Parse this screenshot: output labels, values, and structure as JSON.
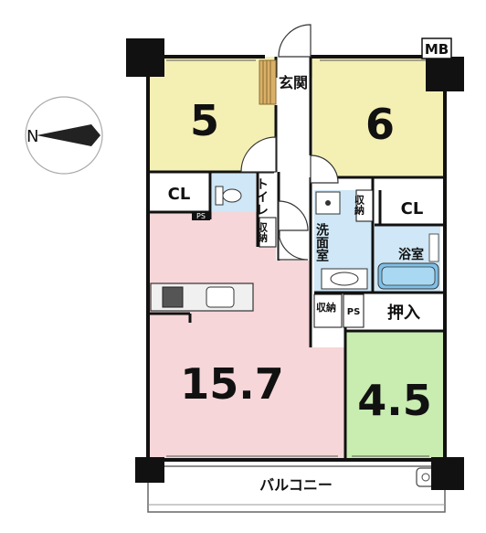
{
  "compass": {
    "north_label": "N"
  },
  "labels": {
    "mb": "MB",
    "entrance": "玄関",
    "room5": "5",
    "room6": "6",
    "cl_left": "CL",
    "cl_right": "CL",
    "toilet": "トイレ",
    "storage_toilet": "収納",
    "ps_left": "PS",
    "storage_washroom": "収納",
    "washroom": "洗面室",
    "bathroom": "浴室",
    "storage_ldk": "収納",
    "ps_right": "PS",
    "oshiire": "押入",
    "ldk": "15.7",
    "room45": "4.5",
    "balcony": "バルコニー"
  },
  "colors": {
    "western_room": "#f4f0b4",
    "ldk": "#f6d6d8",
    "japanese_room": "#c9ecb1",
    "wet_area": "#cfe7f6",
    "wall": "#111111"
  }
}
